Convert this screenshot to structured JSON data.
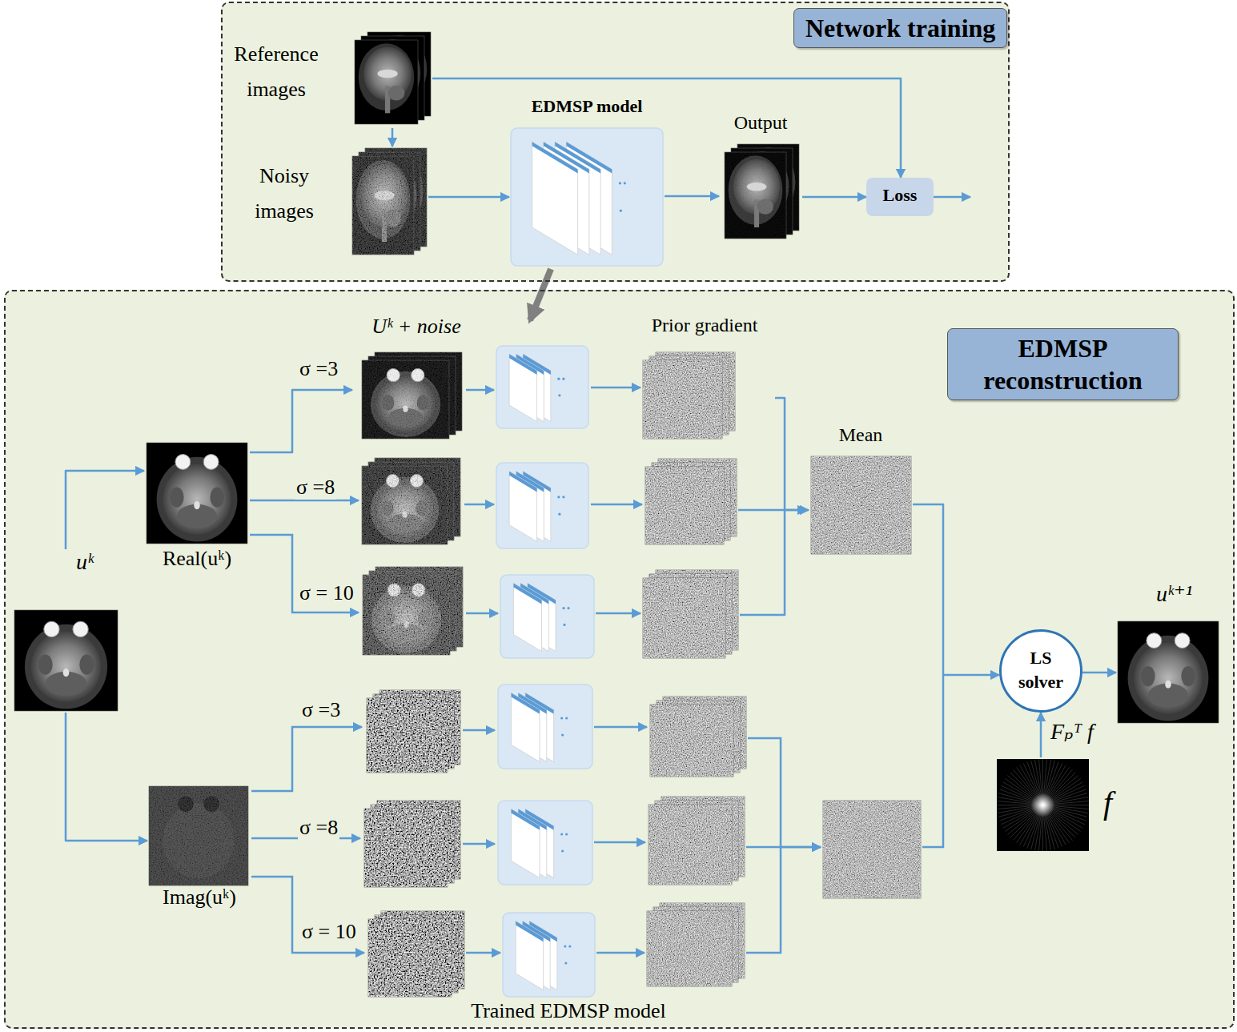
{
  "diagram": {
    "nodes": [
      {
        "text": [
          "Network training"
        ]
      },
      {
        "text": [
          "Reference images"
        ],
        "in": 0
      },
      {
        "text": [
          "Noisy images"
        ],
        "in": 0
      },
      {
        "text": [
          "EDMSP model"
        ],
        "in": 0
      },
      {
        "text": [
          "Output"
        ],
        "in": 0
      },
      {
        "text": [
          "Loss"
        ],
        "in": 0
      },
      {
        "text": [
          "EDMSP reconstruction"
        ]
      },
      {
        "text": [
          "uᵏ"
        ],
        "in": 6
      },
      {
        "text": [
          "Real(uᵏ)"
        ],
        "in": 6
      },
      {
        "text": [
          "Uᵏ + noise"
        ],
        "in": 6
      },
      {
        "text": [
          "Prior gradient"
        ],
        "in": 6
      },
      {
        "text": [
          "Mean"
        ],
        "in": 6
      },
      {
        "text": [
          "Imag(uᵏ)"
        ],
        "in": 6
      },
      {
        "text": [
          "Trained EDMSP model"
        ],
        "in": 6
      },
      {
        "text": [
          "LS solver"
        ],
        "in": 6
      },
      {
        "text": [
          "uᵏ⁺¹"
        ],
        "in": 6
      },
      {
        "text": [
          "f"
        ],
        "in": 6
      }
    ],
    "edges": [
      {
        "from": 1,
        "to": 5,
        "arrow": "to"
      },
      {
        "from": 1,
        "to": 2,
        "arrow": "to"
      },
      {
        "from": 2,
        "to": 3,
        "arrow": "to"
      },
      {
        "from": 3,
        "to": 4,
        "arrow": "to"
      },
      {
        "from": 4,
        "to": 5,
        "arrow": "to"
      },
      {
        "from": 7,
        "to": 8,
        "arrow": "to"
      },
      {
        "from": 7,
        "to": 12,
        "arrow": "to"
      },
      {
        "from": 8,
        "to": 9,
        "label": "σ =3",
        "arrow": "to"
      },
      {
        "from": 10,
        "to": 11,
        "arrow": "to"
      },
      {
        "from": 11,
        "to": 14,
        "arrow": "to"
      },
      {
        "from": 14,
        "to": 15,
        "arrow": "to"
      },
      {
        "from": 16,
        "to": 14,
        "label": "Fₚᵀ f",
        "arrow": "to"
      }
    ],
    "labels": [
      "σ =8",
      "σ = 10",
      "σ =3",
      "σ =8",
      "σ = 10"
    ]
  }
}
